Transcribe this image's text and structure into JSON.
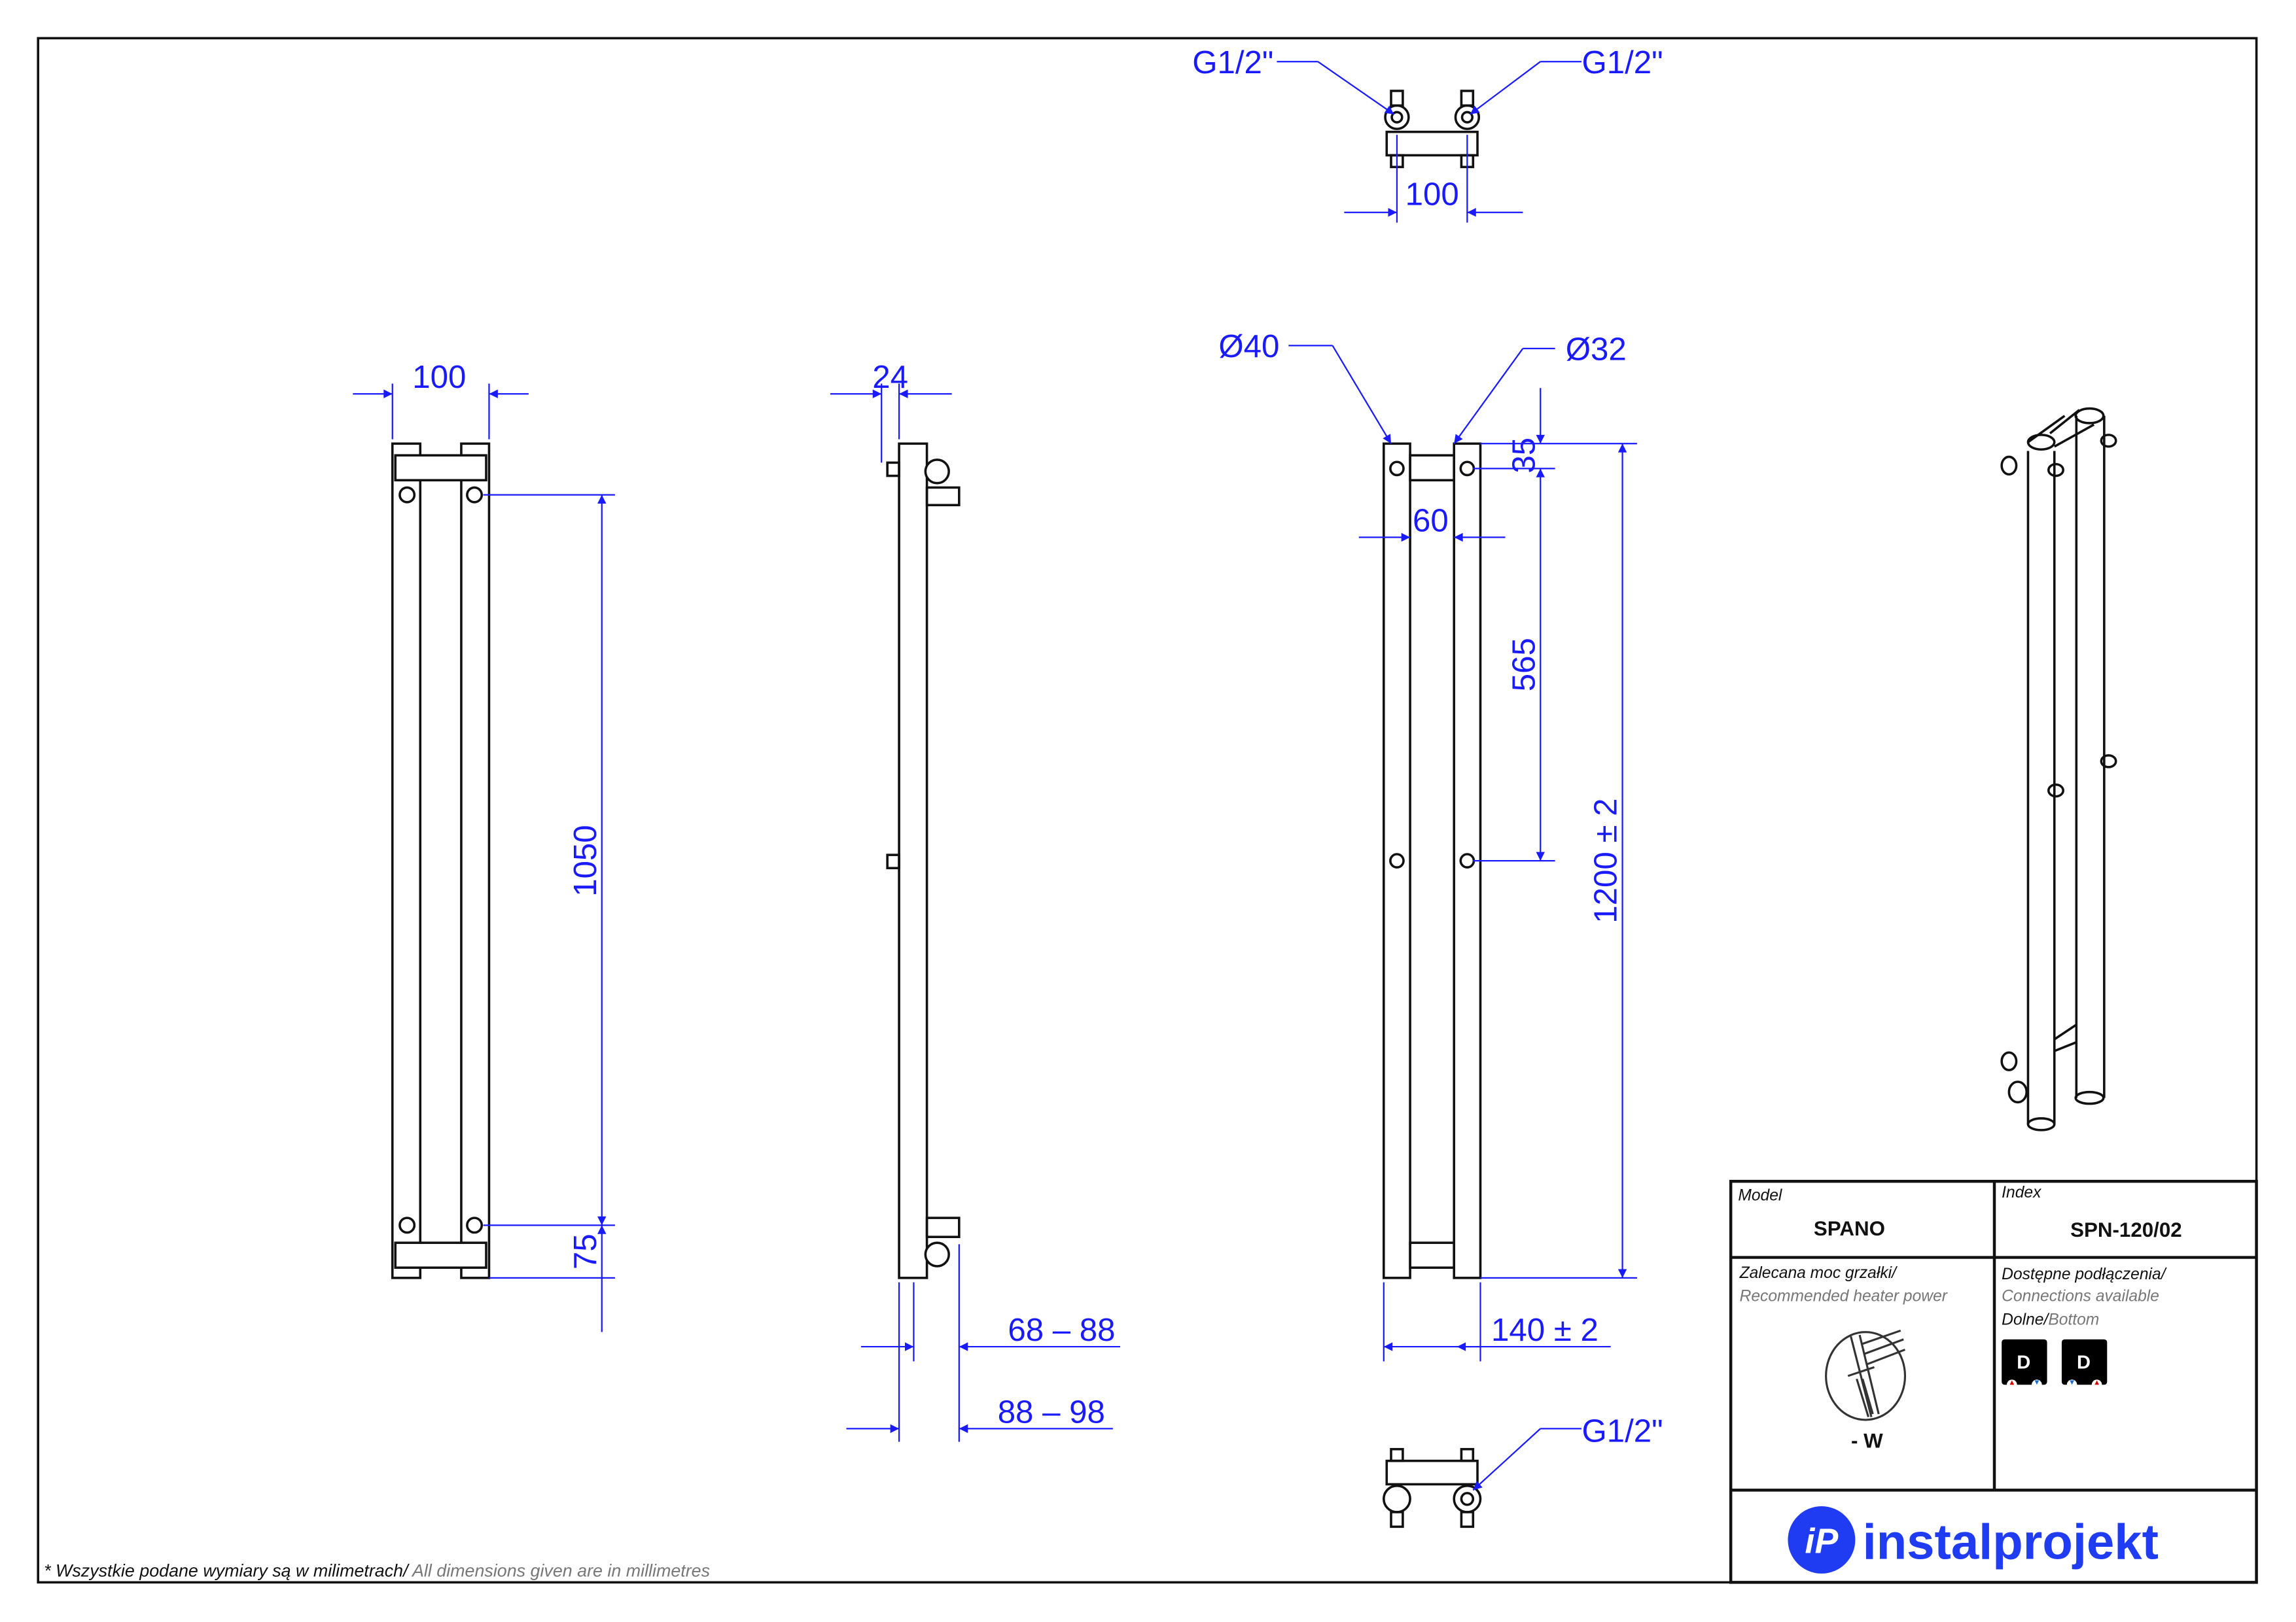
{
  "drawing": {
    "front": {
      "width": "100",
      "spacing": "1050",
      "bottom": "75"
    },
    "side": {
      "depth": "24",
      "wall_range_1": "68 – 88",
      "wall_range_2": "88 – 98"
    },
    "back": {
      "dia_outer": "Ø40",
      "dia_inner": "Ø32",
      "top_offset": "35",
      "middle": "565",
      "height": "1200  ± 2",
      "inner_width": "60",
      "width": "140  ± 2"
    },
    "top_view": {
      "conn_left": "G1/2\"",
      "conn_right": "G1/2\"",
      "spacing": "100"
    },
    "bottom_view": {
      "conn": "G1/2\""
    }
  },
  "title_block": {
    "model_label": "Model",
    "model_value": "SPANO",
    "index_label": "Index",
    "index_value": "SPN-120/02",
    "heater_label_pl": "Zalecana moc grzałki/",
    "heater_label_en": "Recommended heater power",
    "heater_value": "- W",
    "connections_label_pl": "Dostępne podłączenia/",
    "connections_label_en": "Connections available",
    "connections_type_pl": "Dolne/",
    "connections_type_en": "Bottom",
    "connection_badges": [
      "D",
      "D"
    ],
    "brand": "instalprojekt",
    "brand_color": "#1f3cf2"
  },
  "footnote": {
    "pl": "* Wszystkie podane wymiary są w milimetrach/",
    "en": " All dimensions given are in millimetres"
  }
}
